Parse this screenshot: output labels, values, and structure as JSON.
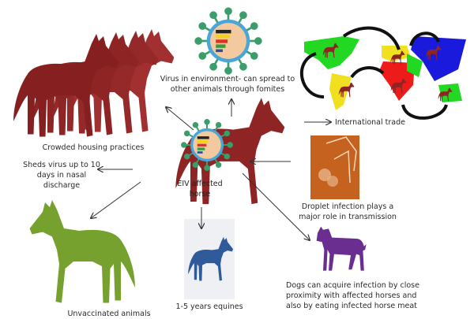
{
  "colors": {
    "affected_horse": "#8e2424",
    "crowded_horses": "#8e2424",
    "unvaccinated_horse": "#76a12f",
    "foal": "#2f5b9a",
    "dog": "#6a2e90",
    "droplet_box": "#c5621f",
    "virus_ring": "#4aa6d6",
    "arrow": "#333333"
  },
  "labels": {
    "crowded": "Crowded housing practices",
    "virus_env": [
      "Virus in environment- can spread to",
      "other animals through fomites"
    ],
    "trade": "International trade",
    "sheds": [
      "Sheds virus up to 10",
      "days in nasal",
      "discharge"
    ],
    "center": [
      "EIV affected",
      "horse"
    ],
    "droplet": [
      "Droplet infection plays a",
      "major role in transmission"
    ],
    "unvaccinated": "Unvaccinated animals",
    "young": "1-5 years equines",
    "dogs": [
      "Dogs can acquire infection by close",
      "proximity with affected horses and",
      "also by eating infected horse meat"
    ]
  }
}
